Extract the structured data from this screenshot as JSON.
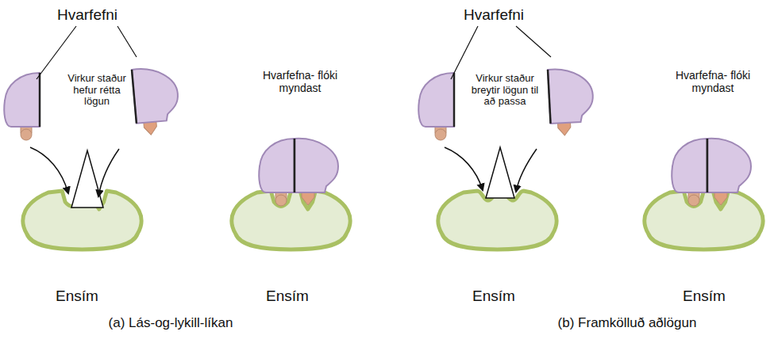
{
  "diagram": {
    "labels": [
      "Hvarfefni",
      "Virkur staður hefur rétta lögun",
      "Hvarfefna- flóki myndast",
      "Hvarfefni",
      "Virkur staður breytir lögun til að passa",
      "Hvarfefna- flóki myndast",
      "Ensím",
      "Ensím",
      "Ensím",
      "Ensím",
      "(a) Lás-og-lykill-líkan",
      "(b) Framkölluð aðlögun"
    ]
  }
}
